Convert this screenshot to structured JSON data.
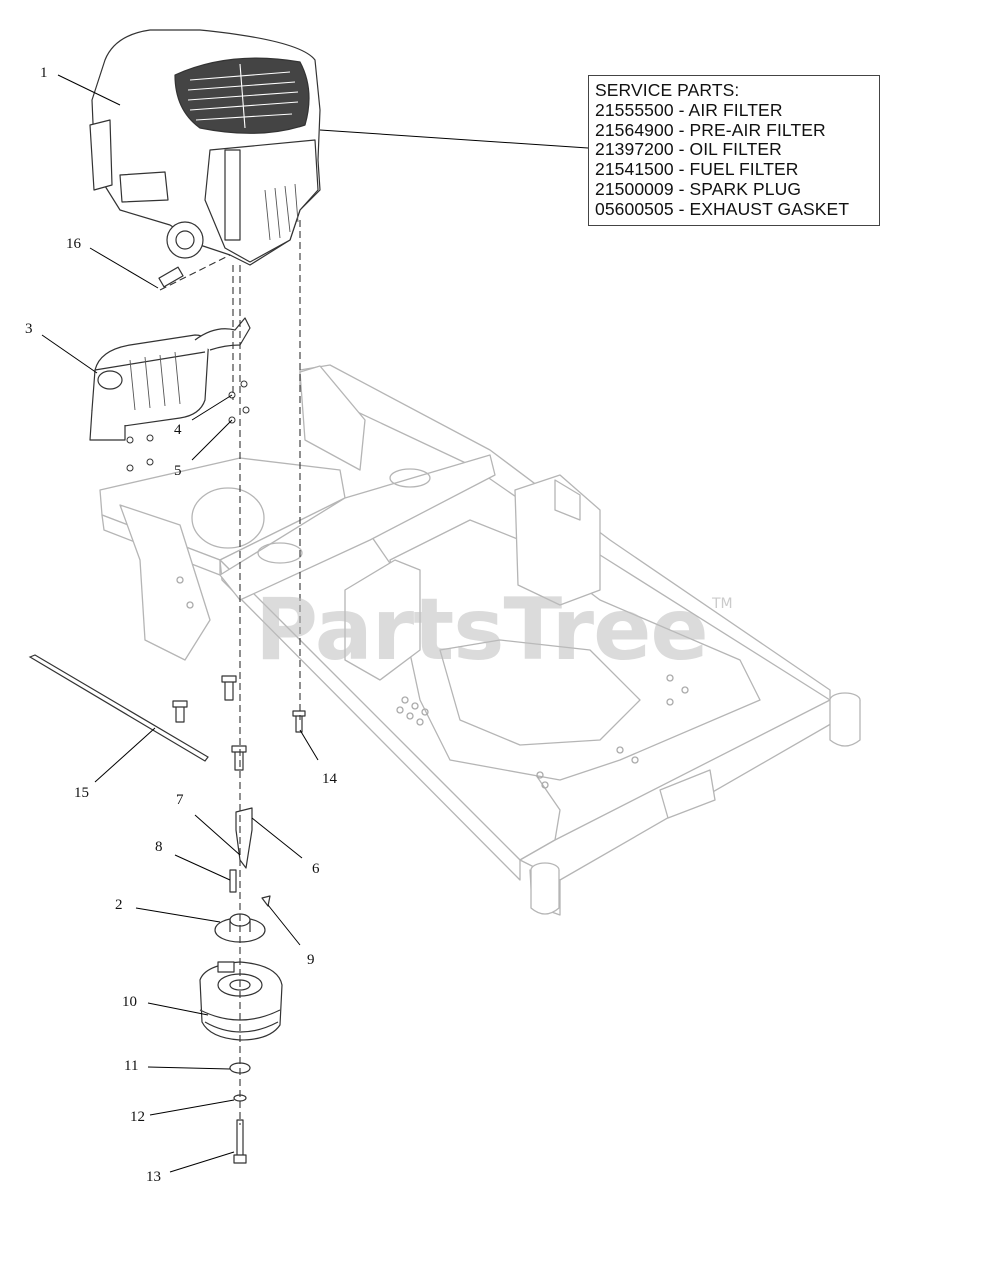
{
  "service_parts": {
    "title": "SERVICE PARTS:",
    "items": [
      "21555500 - AIR FILTER",
      "21564900 - PRE-AIR FILTER",
      "21397200 - OIL FILTER",
      "21541500 - FUEL FILTER",
      "21500009 - SPARK PLUG",
      "05600505 - EXHAUST GASKET"
    ]
  },
  "callouts": [
    "1",
    "16",
    "3",
    "4",
    "5",
    "15",
    "14",
    "7",
    "6",
    "8",
    "2",
    "9",
    "10",
    "11",
    "12",
    "13"
  ],
  "watermark": {
    "text": "PartsTree",
    "trademark": "TM"
  },
  "colors": {
    "frame_line": "#b5b5b5",
    "part_line": "#333333",
    "leader": "#000000"
  }
}
